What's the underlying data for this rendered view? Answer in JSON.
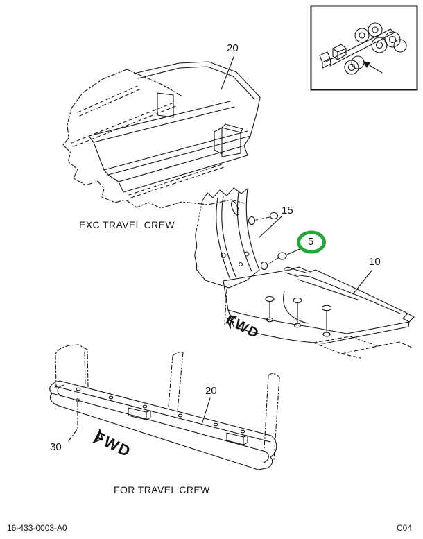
{
  "diagram": {
    "colors": {
      "line": "#141414",
      "highlight": "#27a53c",
      "background": "#ffffff"
    },
    "footer": {
      "doc_number": "16-433-0003-A0",
      "page_code": "C04"
    },
    "exc_travel_crew": {
      "caption": "EXC TRAVEL CREW",
      "callout_20": "20"
    },
    "center_assembly": {
      "callout_15": "15",
      "callout_5": "5",
      "callout_10": "10",
      "fwd": "FWD"
    },
    "for_travel_crew": {
      "caption": "FOR TRAVEL CREW",
      "callout_20": "20",
      "callout_30": "30",
      "fwd": "FWD"
    }
  }
}
